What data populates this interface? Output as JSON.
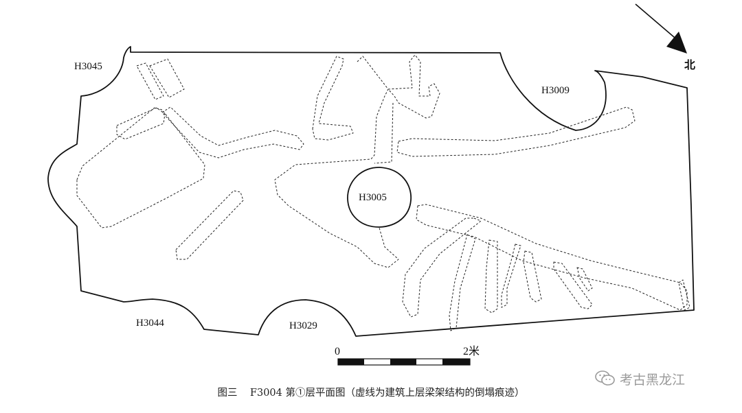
{
  "pits": [
    {
      "id": "H3045",
      "label": "H3045"
    },
    {
      "id": "H3009",
      "label": "H3009"
    },
    {
      "id": "H3005",
      "label": "H3005"
    },
    {
      "id": "H3044",
      "label": "H3044"
    },
    {
      "id": "H3029",
      "label": "H3029"
    }
  ],
  "north": {
    "label": "北"
  },
  "scale": {
    "start_label": "0",
    "end_label": "2米"
  },
  "caption": {
    "figure_number": "图三",
    "text": "F3004 第①层平面图（虚线为建筑上层梁架结构的倒塌痕迹）"
  },
  "watermark": {
    "text": "考古黑龙江",
    "icon": "wechat-icon"
  }
}
